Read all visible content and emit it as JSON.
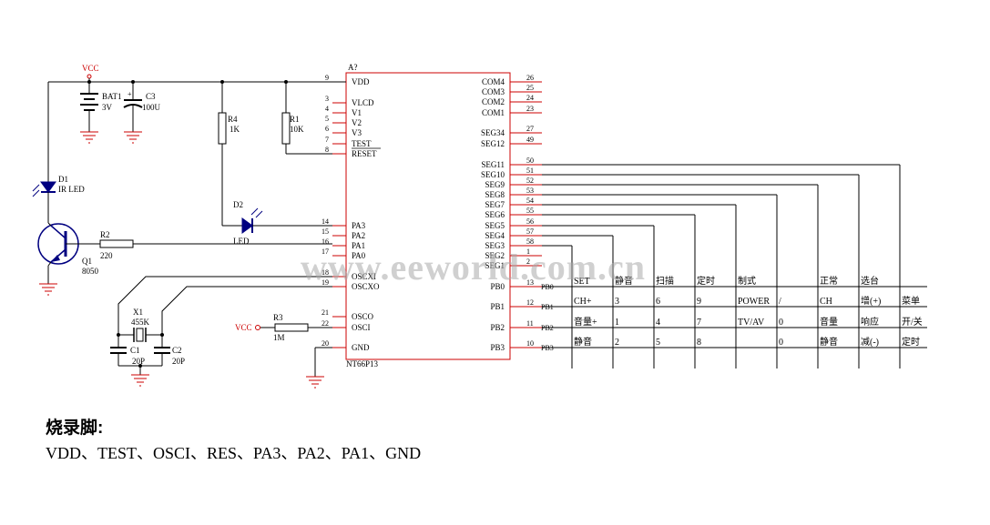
{
  "colors": {
    "pin_wire": "#cc0000",
    "net_wire": "#000080",
    "chip_outline": "#cc0000",
    "label": "#000000"
  },
  "power": {
    "vcc_top": "VCC",
    "vcc_mid": "VCC"
  },
  "chip": {
    "designator": "A?",
    "part": "NT66P13",
    "left_pins": [
      {
        "num": "9",
        "name": "VDD"
      },
      {
        "num": "3",
        "name": "VLCD"
      },
      {
        "num": "4",
        "name": "V1"
      },
      {
        "num": "5",
        "name": "V2"
      },
      {
        "num": "6",
        "name": "V3"
      },
      {
        "num": "7",
        "name": "TEST"
      },
      {
        "num": "8",
        "name": "RESET"
      },
      {
        "num": "14",
        "name": "PA3"
      },
      {
        "num": "15",
        "name": "PA2"
      },
      {
        "num": "16",
        "name": "PA1"
      },
      {
        "num": "17",
        "name": "PA0"
      },
      {
        "num": "18",
        "name": "OSCXI"
      },
      {
        "num": "19",
        "name": "OSCXO"
      },
      {
        "num": "21",
        "name": "OSCO"
      },
      {
        "num": "22",
        "name": "OSCI"
      },
      {
        "num": "20",
        "name": "GND"
      }
    ],
    "right_pins": [
      {
        "num": "26",
        "name": "COM4"
      },
      {
        "num": "25",
        "name": "COM3"
      },
      {
        "num": "24",
        "name": "COM2"
      },
      {
        "num": "23",
        "name": "COM1"
      },
      {
        "num": "27",
        "name": "SEG34"
      },
      {
        "num": "49",
        "name": "SEG12"
      },
      {
        "num": "50",
        "name": "SEG11"
      },
      {
        "num": "51",
        "name": "SEG10"
      },
      {
        "num": "52",
        "name": "SEG9"
      },
      {
        "num": "53",
        "name": "SEG8"
      },
      {
        "num": "54",
        "name": "SEG7"
      },
      {
        "num": "55",
        "name": "SEG6"
      },
      {
        "num": "56",
        "name": "SEG5"
      },
      {
        "num": "57",
        "name": "SEG4"
      },
      {
        "num": "58",
        "name": "SEG3"
      },
      {
        "num": "1",
        "name": "SEG2"
      },
      {
        "num": "2",
        "name": "SEG1"
      },
      {
        "num": "13",
        "name": "PB0"
      },
      {
        "num": "12",
        "name": "PB1"
      },
      {
        "num": "11",
        "name": "PB2"
      },
      {
        "num": "10",
        "name": "PB3"
      }
    ]
  },
  "components": {
    "bat": {
      "ref": "BAT1",
      "value": "3V"
    },
    "c3": {
      "ref": "C3",
      "value": "100U"
    },
    "r4": {
      "ref": "R4",
      "value": "1K"
    },
    "r1": {
      "ref": "R1",
      "value": "10K"
    },
    "d1": {
      "ref": "D1",
      "value": "IR LED"
    },
    "d2": {
      "ref": "D2",
      "value": "LED"
    },
    "q1": {
      "ref": "Q1",
      "value": "8050"
    },
    "r2": {
      "ref": "R2",
      "value": "220"
    },
    "x1": {
      "ref": "X1",
      "value": "455K"
    },
    "c1": {
      "ref": "C1",
      "value": "20P"
    },
    "c2": {
      "ref": "C2",
      "value": "20P"
    },
    "r3": {
      "ref": "R3",
      "value": "1M"
    }
  },
  "matrix": {
    "row_labels": [
      "PB0",
      "PB1",
      "PB2",
      "PB3"
    ],
    "cells": [
      [
        "SET",
        "静音",
        "扫描",
        "定时",
        "制式",
        "",
        "正常",
        "选台"
      ],
      [
        "CH+",
        "3",
        "6",
        "9",
        "POWER",
        "/",
        "CH",
        "增(+)",
        "菜单"
      ],
      [
        "音量+",
        "1",
        "4",
        "7",
        "TV/AV",
        "0",
        "音量",
        "响应",
        "开/关"
      ],
      [
        "静音",
        "2",
        "5",
        "8",
        "",
        "0",
        "静音",
        "减(-)",
        "定时"
      ]
    ]
  },
  "watermark": "www.eeworld.com.cn",
  "caption": {
    "title": "烧录脚:",
    "pins": "VDD、TEST、OSCI、RES、PA3、PA2、PA1、GND"
  }
}
